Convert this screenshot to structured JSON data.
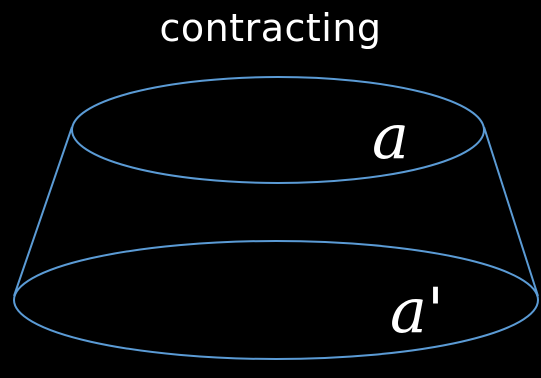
{
  "title": "contracting",
  "labels": {
    "top": "a",
    "bottom": "a'"
  },
  "colors": {
    "background": "#000000",
    "outline": "#5b9bd5",
    "text": "#ffffff"
  }
}
